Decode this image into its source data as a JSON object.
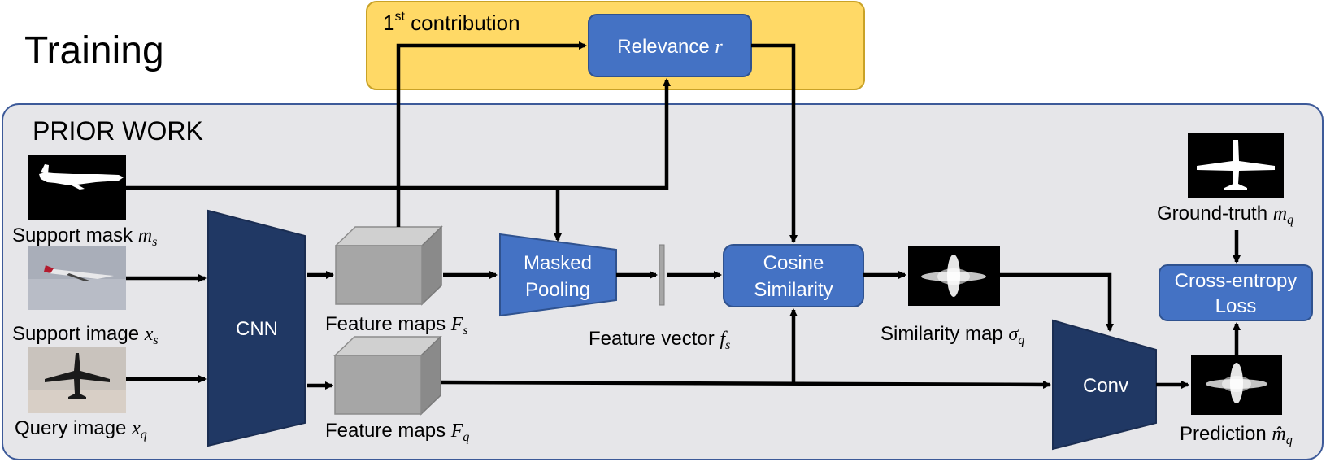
{
  "title": "Training",
  "contribution_label": "contribution",
  "contribution_number": "1",
  "contribution_superscript": "st",
  "prior_work_label": "PRIOR WORK",
  "relevance": {
    "label": "Relevance",
    "symbol": "r"
  },
  "cnn_label": "CNN",
  "masked_pooling": {
    "line1": "Masked",
    "line2": "Pooling"
  },
  "cosine_similarity": {
    "line1": "Cosine",
    "line2": "Similarity"
  },
  "conv_label": "Conv",
  "cross_entropy": {
    "line1": "Cross-entropy",
    "line2": "Loss"
  },
  "labels": {
    "support_mask": {
      "text": "Support mask",
      "symbol": "m",
      "sub": "s"
    },
    "support_image": {
      "text": "Support image",
      "symbol": "x",
      "sub": "s"
    },
    "query_image": {
      "text": "Query image",
      "symbol": "x",
      "sub": "q"
    },
    "feature_maps_s": {
      "text": "Feature maps",
      "symbol": "F",
      "sub": "s"
    },
    "feature_maps_q": {
      "text": "Feature maps",
      "symbol": "F",
      "sub": "q"
    },
    "feature_vector": {
      "text": "Feature vector",
      "symbol": "f",
      "sub": "s"
    },
    "similarity_map": {
      "text": "Similarity map",
      "symbol": "σ",
      "sub": "q"
    },
    "ground_truth": {
      "text": "Ground-truth",
      "symbol": "m",
      "sub": "q"
    },
    "prediction": {
      "text": "Prediction",
      "symbol": "m̂",
      "sub": "q"
    }
  },
  "colors": {
    "contribution_bg": "#ffd966",
    "contribution_border": "#c9a227",
    "prior_bg": "#e6e6e9",
    "prior_border": "#3d5a99",
    "blue_box": "#4472c4",
    "dark_blue": "#203864",
    "cube_gray": "#a6a6a6"
  }
}
